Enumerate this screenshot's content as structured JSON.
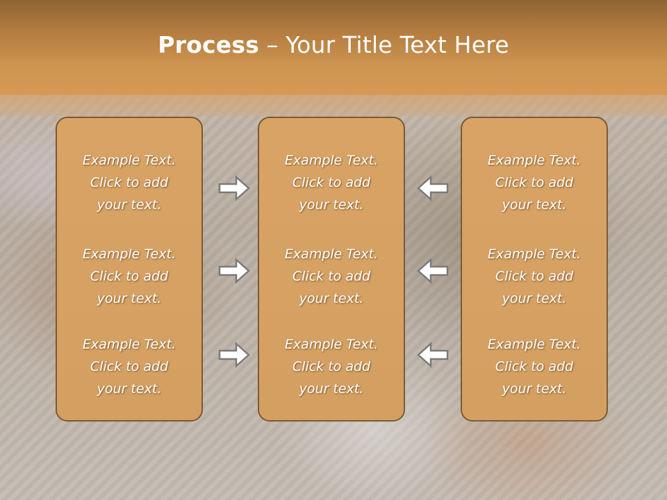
{
  "title": {
    "bold": "Process",
    "rest": " – Your Title Text Here"
  },
  "boxes": [
    {
      "items": [
        {
          "line1": "Example Text.",
          "line2": "Click  to add",
          "line3": "your text."
        },
        {
          "line1": "Example Text.",
          "line2": "Click  to add",
          "line3": "your text."
        },
        {
          "line1": "Example Text.",
          "line2": "Click  to add",
          "line3": "your text."
        }
      ]
    },
    {
      "items": [
        {
          "line1": "Example Text.",
          "line2": "Click  to add",
          "line3": "your text."
        },
        {
          "line1": "Example Text.",
          "line2": "Click  to add",
          "line3": "your text."
        },
        {
          "line1": "Example Text.",
          "line2": "Click  to add",
          "line3": "your text."
        }
      ]
    },
    {
      "items": [
        {
          "line1": "Example Text.",
          "line2": "Click  to add",
          "line3": "your text."
        },
        {
          "line1": "Example Text.",
          "line2": "Click  to add",
          "line3": "your text."
        },
        {
          "line1": "Example Text.",
          "line2": "Click  to add",
          "line3": "your text."
        }
      ]
    }
  ],
  "arrows": {
    "left_column": "right-arrow-icon",
    "right_column": "left-arrow-icon"
  },
  "colors": {
    "title_bar": "#cd9451",
    "box_fill": "#d7a264",
    "box_border": "#7a5a34",
    "arrow_fill": "#ffffff",
    "arrow_stroke": "#7a7a7a"
  }
}
